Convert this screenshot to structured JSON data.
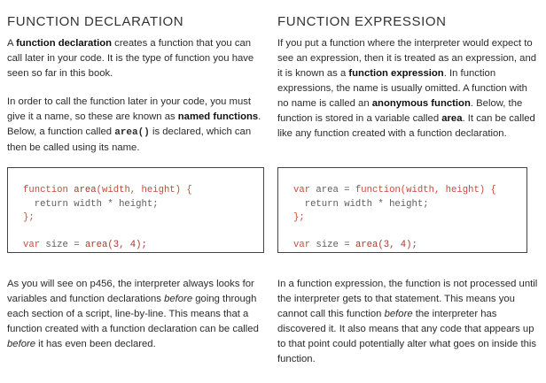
{
  "left": {
    "heading": "FUNCTION DECLARATION",
    "intro": {
      "t1": "A ",
      "b1": "function declaration",
      "t2": " creates a function that you can call later in your code. It is the type of function you have seen so far in this book."
    },
    "naming": {
      "t1": "In order to call the function later in your code, you must give it a name, so these are known as ",
      "b1": "named functions",
      "t2": ". Below, a function called ",
      "code1": "area()",
      "t3": " is declared, which can then be called using its name."
    },
    "code": {
      "l1_kw": "function",
      "l1_fn": "area",
      "l1_rest": "(width, height) {",
      "l2": "  return width * height;",
      "l3": "};",
      "l4_kw": "var",
      "l4_mid": " size = ",
      "l4_fn": "area",
      "l4_rest": "(3, 4);"
    },
    "outro": {
      "t1": "As you will see on p456, the interpreter always looks for variables and function declarations ",
      "i1": "before",
      "t2": " going through each section of a script, line-by-line. This means that a function created with a function declaration can be called ",
      "i2": "before",
      "t3": " it has even been declared."
    }
  },
  "right": {
    "heading": "FUNCTION EXPRESSION",
    "intro": {
      "t1": "If you put a function where the interpreter would expect to see an expression, then it is treated as an expression, and it is known as a ",
      "b1": "function expression",
      "t2": ". In function expressions, the name is usually omitted. A function with no name is called an ",
      "b2": "anonymous function",
      "t3": ". Below, the function is stored in a variable called ",
      "b3": "area",
      "t4": ". It can be called like any function created with a function declaration."
    },
    "code": {
      "l1_kw": "var",
      "l1_mid": " area = ",
      "l1_fn": "function",
      "l1_rest": "(width, height) {",
      "l2": "  return width * height;",
      "l3": "};",
      "l4_kw": "var",
      "l4_mid": " size = ",
      "l4_fn": "area",
      "l4_rest": "(3, 4);"
    },
    "outro": {
      "t1": "In a function expression, the function is not processed until the interpreter gets to that statement. This means you cannot call this function ",
      "i1": "before",
      "t2": " the interpreter has discovered it. It also means that any code that appears up to that point could potentially alter what goes on inside this function."
    }
  }
}
